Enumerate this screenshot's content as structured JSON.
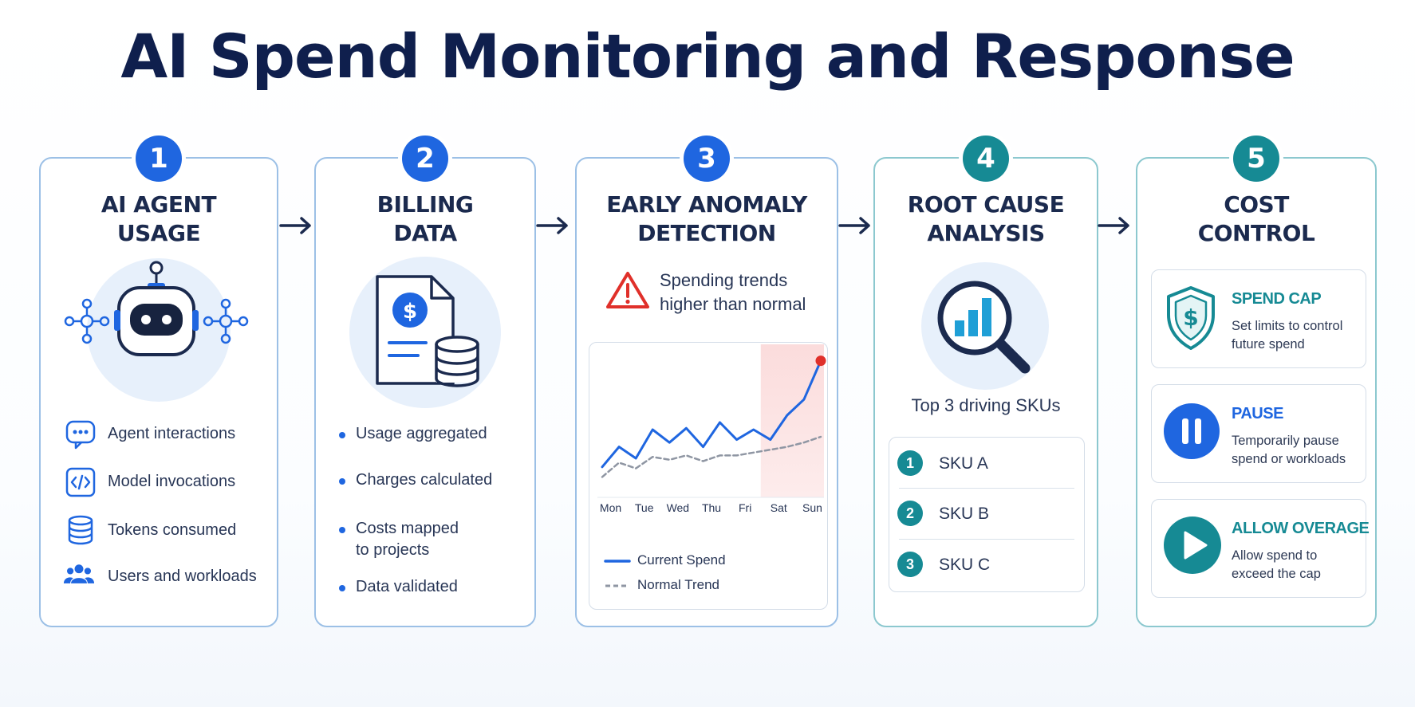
{
  "title": "AI Spend Monitoring and Response",
  "colors": {
    "primary_blue": "#1f66e0",
    "teal": "#168a94",
    "navy": "#0f1f4d",
    "alert_red": "#e0302a"
  },
  "steps": [
    {
      "number": "1",
      "title_line1": "AI AGENT",
      "title_line2": "USAGE",
      "illustration": "robot-icon",
      "items": [
        {
          "icon": "chat-icon",
          "label": "Agent interactions"
        },
        {
          "icon": "code-icon",
          "label": "Model invocations"
        },
        {
          "icon": "database-icon",
          "label": "Tokens consumed"
        },
        {
          "icon": "users-icon",
          "label": "Users and workloads"
        }
      ]
    },
    {
      "number": "2",
      "title_line1": "BILLING",
      "title_line2": "DATA",
      "illustration": "invoice-icon",
      "items": [
        {
          "line1": "Usage aggregated",
          "line2": ""
        },
        {
          "line1": "Charges calculated",
          "line2": ""
        },
        {
          "line1": "Costs mapped",
          "line2": "to projects"
        },
        {
          "line1": "Data validated",
          "line2": ""
        }
      ]
    },
    {
      "number": "3",
      "title_line1": "EARLY ANOMALY",
      "title_line2": "DETECTION",
      "alert_line1": "Spending trends",
      "alert_line2": "higher than normal",
      "legend_current": "Current Spend",
      "legend_normal": "Normal Trend"
    },
    {
      "number": "4",
      "title_line1": "ROOT CAUSE",
      "title_line2": "ANALYSIS",
      "illustration": "magnifier-chart-icon",
      "subtitle": "Top 3 driving SKUs",
      "skus": [
        {
          "num": "1",
          "label": "SKU A"
        },
        {
          "num": "2",
          "label": "SKU B"
        },
        {
          "num": "3",
          "label": "SKU C"
        }
      ]
    },
    {
      "number": "5",
      "title_line1": "COST",
      "title_line2": "CONTROL",
      "options": [
        {
          "icon": "shield-dollar-icon",
          "title": "SPEND CAP",
          "desc_line1": "Set limits to control",
          "desc_line2": "future spend"
        },
        {
          "icon": "pause-icon",
          "title": "PAUSE",
          "desc_line1": "Temporarily pause",
          "desc_line2": "spend or workloads"
        },
        {
          "icon": "play-icon",
          "title": "ALLOW OVERAGE",
          "desc_line1": "Allow spend to",
          "desc_line2": "exceed the cap"
        }
      ]
    }
  ],
  "chart_data": {
    "type": "line",
    "categories": [
      "Mon",
      "Tue",
      "Wed",
      "Thu",
      "Fri",
      "Sat",
      "Sun"
    ],
    "series": [
      {
        "name": "Current Spend",
        "values": [
          19,
          33,
          25,
          45,
          36,
          46,
          33,
          50,
          38,
          45,
          38,
          55,
          66,
          93
        ]
      },
      {
        "name": "Normal Trend",
        "values": [
          12,
          22,
          18,
          26,
          24,
          27,
          23,
          27,
          27,
          29,
          31,
          33,
          36,
          40
        ]
      }
    ],
    "points_per_category": 2,
    "highlight_range": [
      "Sat",
      "Sun"
    ],
    "anomaly_point": "last",
    "ylim": [
      0,
      100
    ],
    "grid": false,
    "legend": "bottom-left"
  }
}
